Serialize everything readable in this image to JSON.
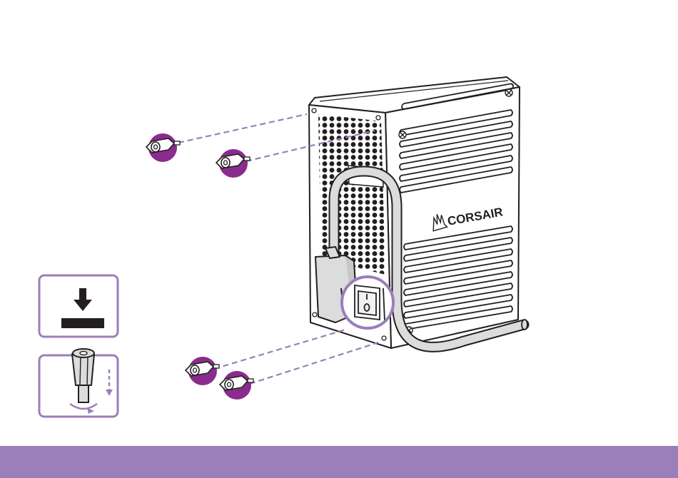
{
  "figure": {
    "brand_logo_text": "CORSAIR",
    "colors": {
      "accent": "#9b7fb8",
      "accent_dark": "#8a2c8e",
      "footer": "#9b7fb8",
      "line": "#231f20",
      "gray": "#dcdcdc"
    },
    "icons": [
      "install-arrow-icon",
      "screw-standoff-icon"
    ],
    "standoff_count": 4,
    "highlighted_component": "power-switch"
  }
}
